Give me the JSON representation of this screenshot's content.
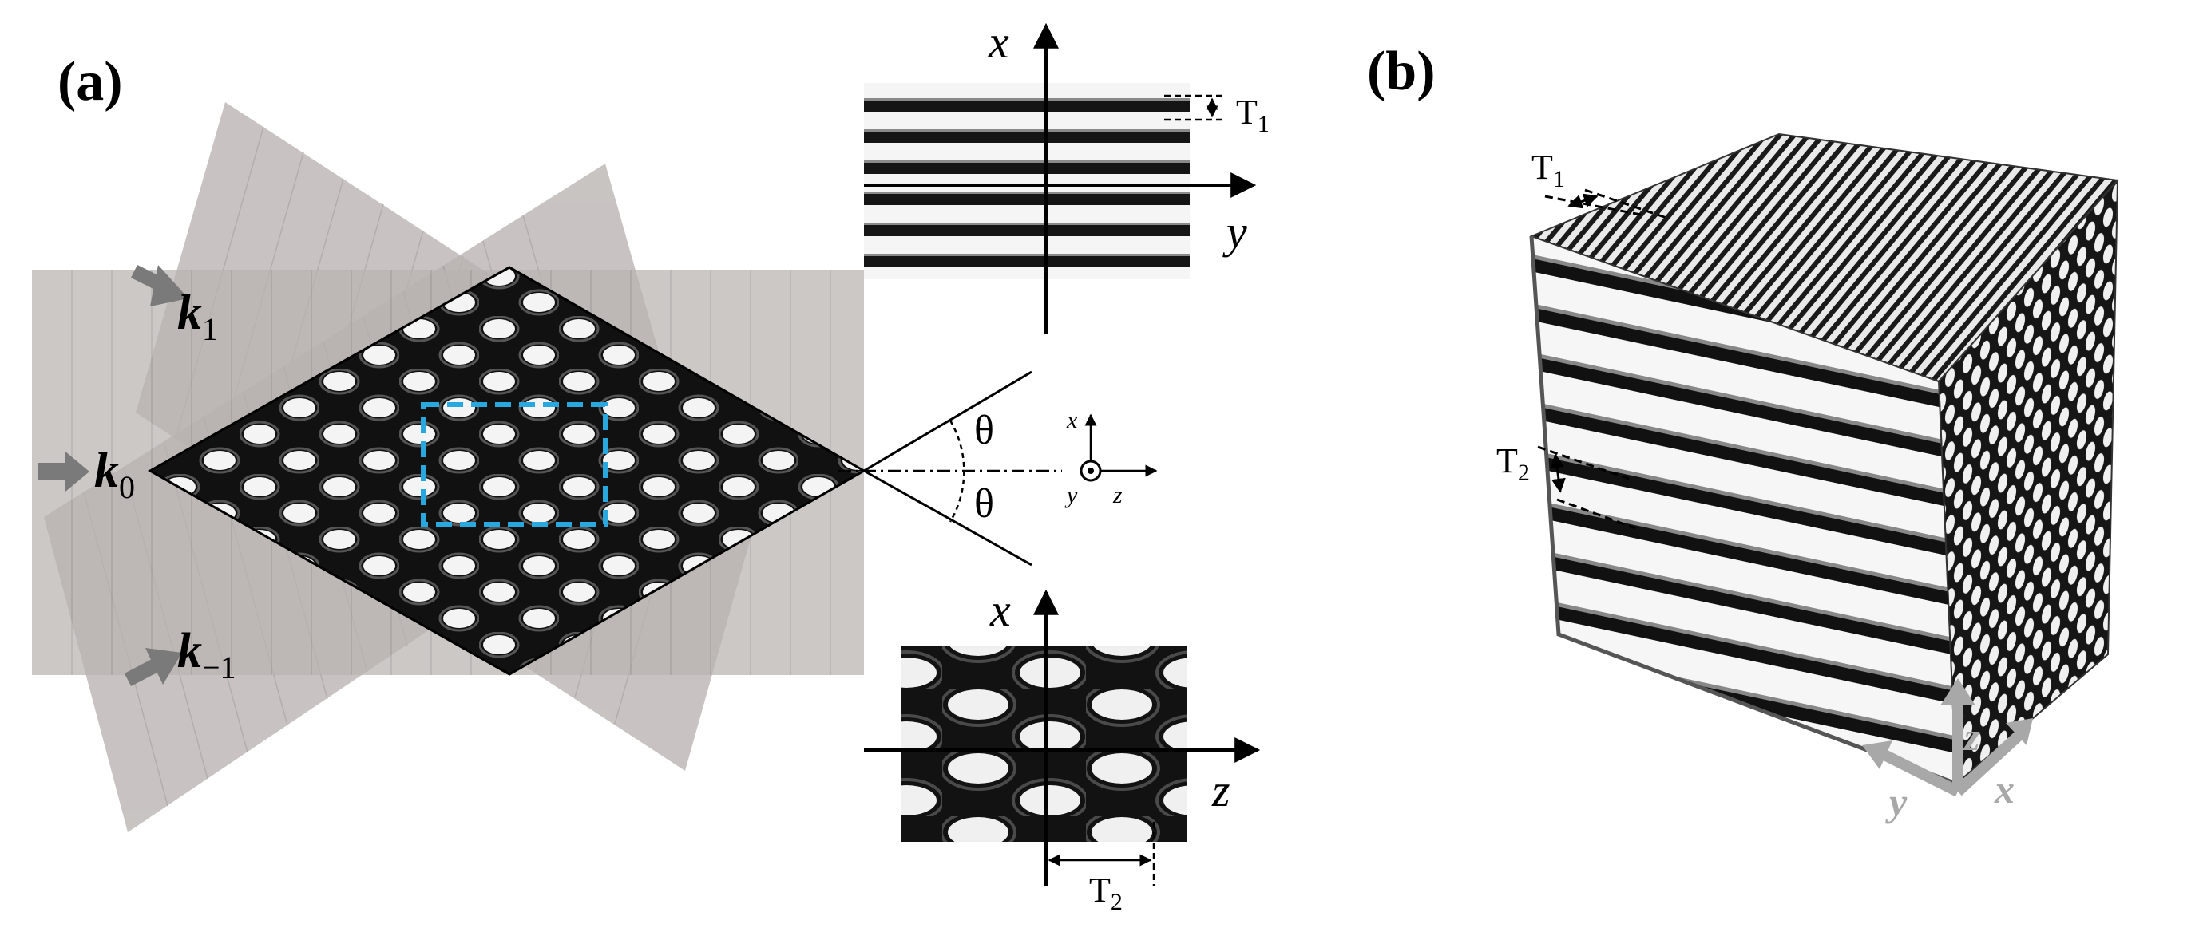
{
  "panels": {
    "a": "(a)",
    "b": "(b)"
  },
  "beams": {
    "k1": {
      "symbol": "k",
      "sub": "1"
    },
    "k0": {
      "symbol": "k",
      "sub": "0"
    },
    "km1": {
      "symbol": "k",
      "sub": "−1"
    }
  },
  "angles": {
    "theta_upper": "θ",
    "theta_lower": "θ"
  },
  "coord_small": {
    "x": "x",
    "y": "y",
    "z": "z"
  },
  "top_inset": {
    "vertical_axis": "x",
    "horizontal_axis": "y",
    "period": {
      "symbol": "T",
      "sub": "1"
    }
  },
  "bottom_inset": {
    "vertical_axis": "x",
    "horizontal_axis": "z",
    "period": {
      "symbol": "T",
      "sub": "2"
    }
  },
  "cube": {
    "period_top": {
      "symbol": "T",
      "sub": "1"
    },
    "period_side": {
      "symbol": "T",
      "sub": "2"
    },
    "axes": {
      "x": "x",
      "y": "y",
      "z": "z"
    }
  },
  "colors": {
    "beam_fill": "#b9b3b1",
    "beam_line": "#9e9896",
    "arrow_gray": "#7a7a7a",
    "selection_box": "#29a8e0",
    "cube_axes": "#a8a8a8"
  }
}
